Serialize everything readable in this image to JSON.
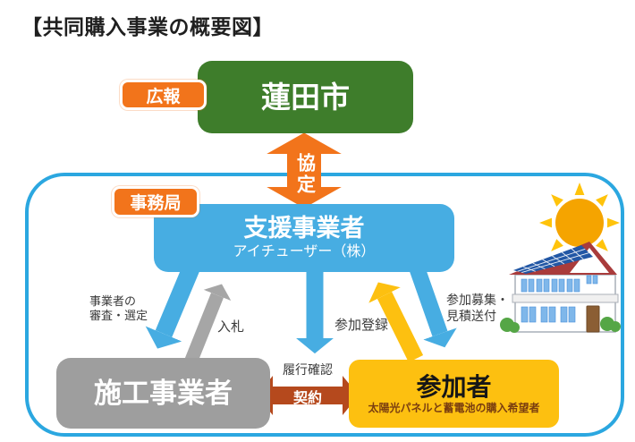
{
  "title": "【共同購入事業の概要図】",
  "badges": {
    "koho": "広報",
    "jimukyoku": "事務局"
  },
  "nodes": {
    "city": {
      "label": "蓮田市"
    },
    "support": {
      "label": "支援事業者",
      "sub": "アイチューザー（株）"
    },
    "builder": {
      "label": "施工事業者"
    },
    "participant": {
      "label": "参加者",
      "sub": "太陽光パネルと蓄電池の購入希望者"
    }
  },
  "edges": {
    "kyotei": "協定",
    "shinsa_line1": "事業者の",
    "shinsa_line2": "審査・選定",
    "nyusatsu": "入札",
    "rikou": "履行確認",
    "keiyaku": "契約",
    "touroku": "参加登録",
    "boshu_line1": "参加募集・",
    "boshu_line2": "見積送付"
  },
  "colors": {
    "orange_accent": "#F2741B",
    "city_green": "#3E7D2B",
    "support_blue": "#47ADE2",
    "container_border_blue": "#2BA7E0",
    "builder_gray": "#9E9E9E",
    "participant_yellow": "#FDC010",
    "contract_brown": "#B5491D",
    "participant_sub_text": "#7A3E10"
  }
}
